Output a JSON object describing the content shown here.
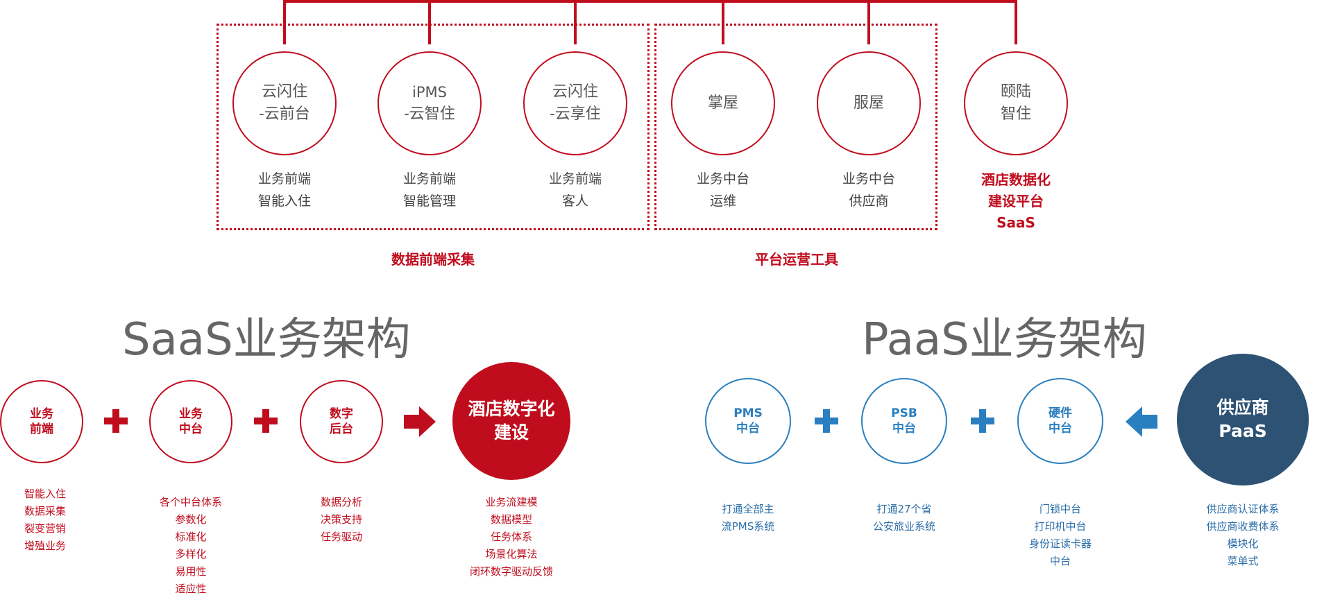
{
  "tree": {
    "groups": [
      {
        "label": "数据前端采集",
        "nodes": [
          {
            "lines": [
              "云闪住",
              "-云前台"
            ],
            "desc": [
              "业务前端",
              "智能入住"
            ]
          },
          {
            "lines": [
              "iPMS",
              "-云智住"
            ],
            "desc": [
              "业务前端",
              "智能管理"
            ]
          },
          {
            "lines": [
              "云闪住",
              "-云享住"
            ],
            "desc": [
              "业务前端",
              "客人"
            ]
          }
        ]
      },
      {
        "label": "平台运营工具",
        "nodes": [
          {
            "lines": [
              "掌屋"
            ],
            "desc": [
              "业务中台",
              "运维"
            ]
          },
          {
            "lines": [
              "服屋"
            ],
            "desc": [
              "业务中台",
              "供应商"
            ]
          }
        ]
      }
    ],
    "standalone": {
      "lines": [
        "颐陆",
        "智住"
      ],
      "label": [
        "酒店数据化",
        "建设平台",
        "SaaS"
      ]
    }
  },
  "saas": {
    "title": "SaaS业务架构",
    "nodes": [
      {
        "lines": [
          "业务",
          "前端"
        ],
        "items": [
          "智能入住",
          "数据采集",
          "裂变营销",
          "增殖业务"
        ]
      },
      {
        "lines": [
          "业务",
          "中台"
        ],
        "items": [
          "各个中台体系",
          "参数化",
          "标准化",
          "多样化",
          "易用性",
          "适应性"
        ]
      },
      {
        "lines": [
          "数字",
          "后台"
        ],
        "items": [
          "数据分析",
          "决策支持",
          "任务驱动"
        ]
      }
    ],
    "result": {
      "lines": [
        "酒店数字化",
        "建设"
      ],
      "items": [
        "业务流建模",
        "数据模型",
        "任务体系",
        "场景化算法",
        "闭环数字驱动反馈"
      ]
    }
  },
  "paas": {
    "title": "PaaS业务架构",
    "nodes": [
      {
        "lines": [
          "PMS",
          "中台"
        ],
        "items": [
          "打通全部主",
          "流PMS系统"
        ]
      },
      {
        "lines": [
          "PSB",
          "中台"
        ],
        "items": [
          "打通27个省",
          "公安旅业系统"
        ]
      },
      {
        "lines": [
          "硬件",
          "中台"
        ],
        "items": [
          "门锁中台",
          "打印机中台",
          "身份证读卡器",
          "中台"
        ]
      }
    ],
    "source": {
      "lines": [
        "供应商",
        "PaaS"
      ],
      "items": [
        "供应商认证体系",
        "供应商收费体系",
        "模块化",
        "菜单式"
      ]
    }
  },
  "colors": {
    "red": "#c00d1e",
    "blue": "#2a7fc0",
    "navy": "#2d5274"
  }
}
